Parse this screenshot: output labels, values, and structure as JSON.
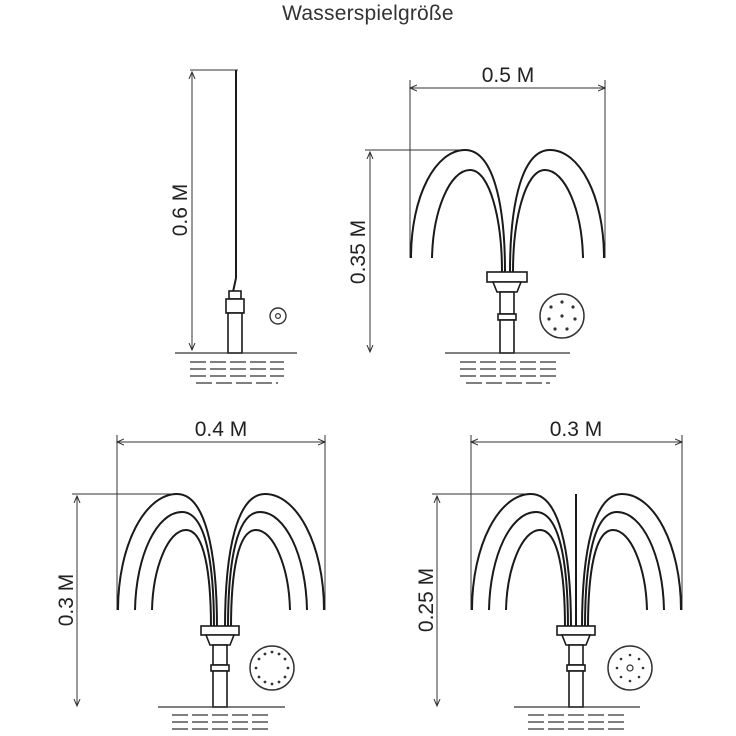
{
  "title": "Wasserspielgröße",
  "fountains": [
    {
      "id": "jet",
      "height_label": "0.6 M"
    },
    {
      "id": "tulip-large",
      "width_label": "0.5 M",
      "height_label": "0.35 M"
    },
    {
      "id": "tulip-medium",
      "width_label": "0.4 M",
      "height_label": "0.3 M"
    },
    {
      "id": "tulip-small",
      "width_label": "0.3 M",
      "height_label": "0.25 M"
    }
  ],
  "colors": {
    "line": "#1a1a1a",
    "dimension": "#333333",
    "background": "#ffffff"
  }
}
